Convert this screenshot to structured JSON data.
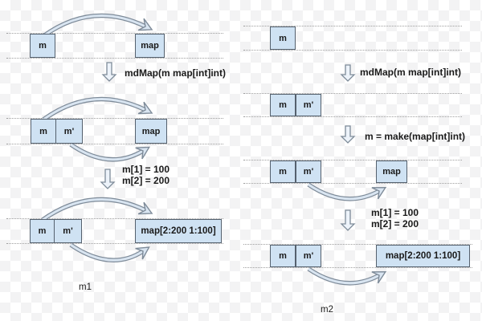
{
  "diagram_left": {
    "name": "m1",
    "row1_boxes": [
      "m",
      "map"
    ],
    "step1_label": "mdMap(m map[int]int)",
    "row2_boxes": [
      "m",
      "m'",
      "map"
    ],
    "step2_line1": "m[1] = 100",
    "step2_line2": "m[2] = 200",
    "row3_boxes": [
      "m",
      "m'",
      "map[2:200 1:100]"
    ]
  },
  "diagram_right": {
    "name": "m2",
    "row1_boxes": [
      "m"
    ],
    "step1_label": "mdMap(m map[int]int)",
    "row2_boxes": [
      "m",
      "m'"
    ],
    "step2_label": "m = make(map[int]int)",
    "row3_boxes": [
      "m",
      "m'",
      "map"
    ],
    "step3_line1": "m[1] = 100",
    "step3_line2": "m[2] = 200",
    "row4_boxes": [
      "m",
      "m'",
      "map[2:200 1:100]"
    ]
  },
  "colors": {
    "box_fill": "#cfe2f3",
    "box_border": "#55616e",
    "arrow_fill": "#d9e5f1",
    "arrow_outline": "#7e8b99",
    "block_arrow_fill": "#edf3fa",
    "dotted_line": "#9e9e9e",
    "text": "#1a1a1a",
    "background_checker": "#f3f3f4"
  }
}
